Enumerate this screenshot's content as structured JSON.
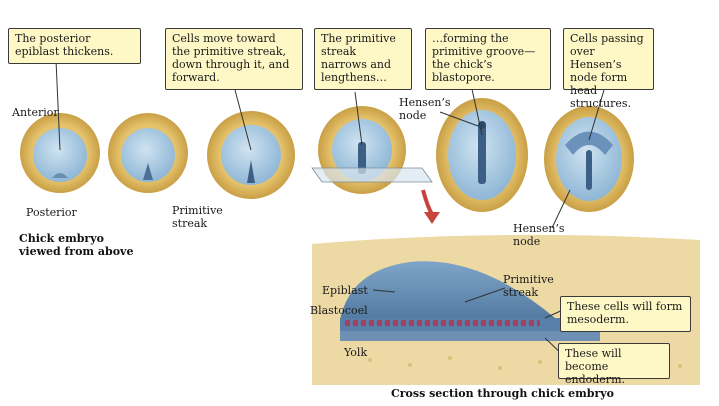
{
  "callouts": {
    "c1": "The posterior epiblast thickens.",
    "c2": "Cells move toward the primitive streak, down through it, and forward.",
    "c3": "The primitive streak narrows and lengthens…",
    "c4": "…forming the primitive groove—the chick’s blastopore.",
    "c5": "Cells passing over Hensen’s node form head structures.",
    "c6": "These cells will form mesoderm.",
    "c7": "These will become endoderm."
  },
  "labels": {
    "anterior": "Anterior",
    "posterior": "Posterior",
    "primitive_streak_top": "Primitive streak",
    "hensens_node_1": "Hensen’s node",
    "hensens_node_2": "Hensen’s node",
    "view_title": "Chick embryo viewed from above",
    "epiblast": "Epiblast",
    "blastocoel": "Blastocoel",
    "yolk": "Yolk",
    "primitive_streak_cs": "Primitive streak",
    "cross_section_title": "Cross section through chick embryo"
  },
  "colors": {
    "yolk_ring": "#d7b35a",
    "embryo_blue": "#a9cbe2",
    "streak": "#3c5f86",
    "callout_fill": "#fdf8c6",
    "arrow": "#c7443c",
    "cross_section_yolk": "#ecd9a4",
    "mesoderm_red": "#b5334c"
  }
}
